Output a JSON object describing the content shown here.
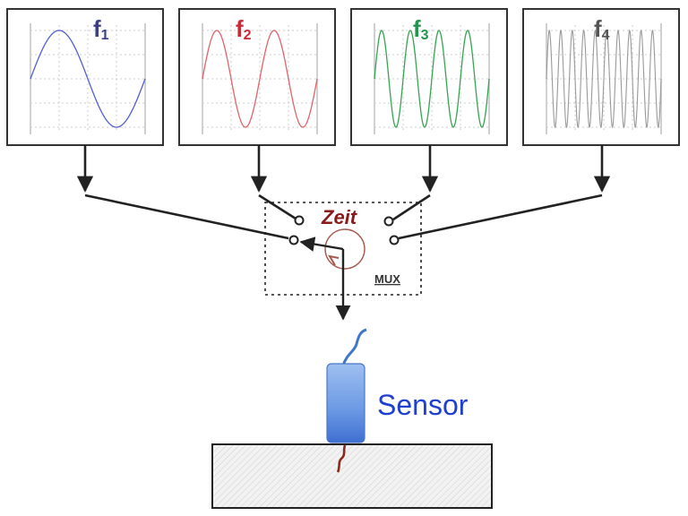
{
  "panels": [
    {
      "letter": "f",
      "sub": "1",
      "color": "#3a3f86",
      "wave_color": "#4f5fd0",
      "cycles": 1
    },
    {
      "letter": "f",
      "sub": "2",
      "color": "#cc2a36",
      "wave_color": "#e06468",
      "cycles": 2
    },
    {
      "letter": "f",
      "sub": "3",
      "color": "#21954a",
      "wave_color": "#35a552",
      "cycles": 4
    },
    {
      "letter": "f",
      "sub": "4",
      "color": "#555555",
      "wave_color": "#999999",
      "cycles": 10
    }
  ],
  "mux": {
    "zeit_label": "Zeit",
    "zeit_color": "#8b1a1a",
    "label": "MUX"
  },
  "sensor": {
    "label": "Sensor",
    "label_color": "#1f3fd0"
  },
  "colors": {
    "line": "#222222",
    "frame": "#333333",
    "grid": "#bbbbbb",
    "sensor_body": "#5b8de0",
    "cable": "#3f78c9",
    "crack": "#8b2a1a"
  }
}
